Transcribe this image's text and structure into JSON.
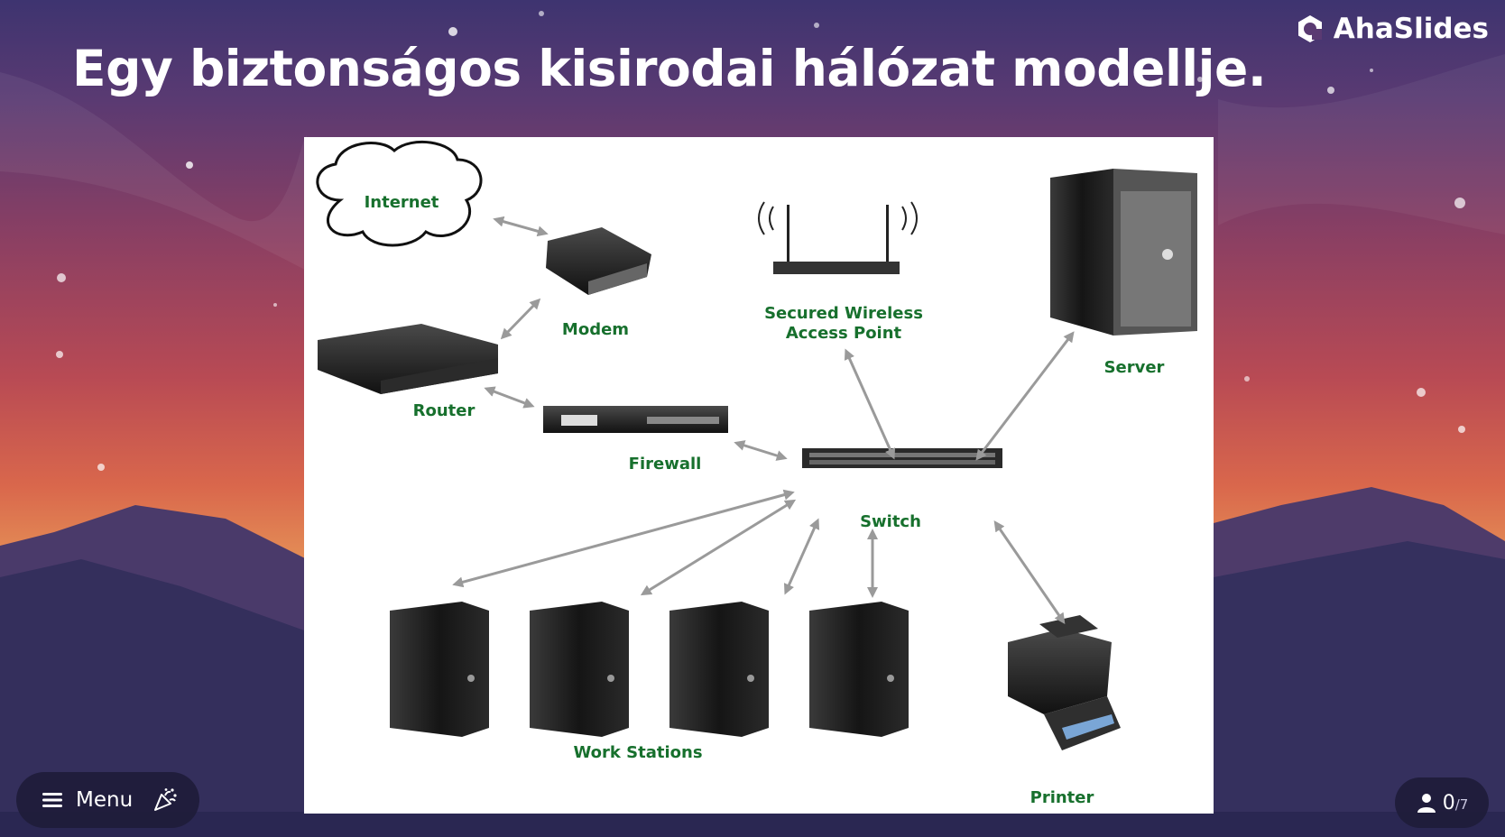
{
  "slide": {
    "title": "Egy biztonságos kisirodai hálózat modellje."
  },
  "brand": {
    "name": "AhaSlides",
    "icon": "ahaslides-logo-icon"
  },
  "diagram": {
    "labels": {
      "internet": "Internet",
      "modem": "Modem",
      "router": "Router",
      "firewall": "Firewall",
      "wireless_line1": "Secured Wireless",
      "wireless_line2": "Access Point",
      "server": "Server",
      "switch": "Switch",
      "workstations": "Work Stations",
      "printer": "Printer"
    },
    "label_color": "#17702d"
  },
  "controls": {
    "menu_label": "Menu",
    "menu_icon": "hamburger-menu-icon",
    "reaction_icon": "party-popper-icon",
    "audience_icon": "user-icon",
    "audience_count": "0",
    "audience_total": "/7"
  }
}
